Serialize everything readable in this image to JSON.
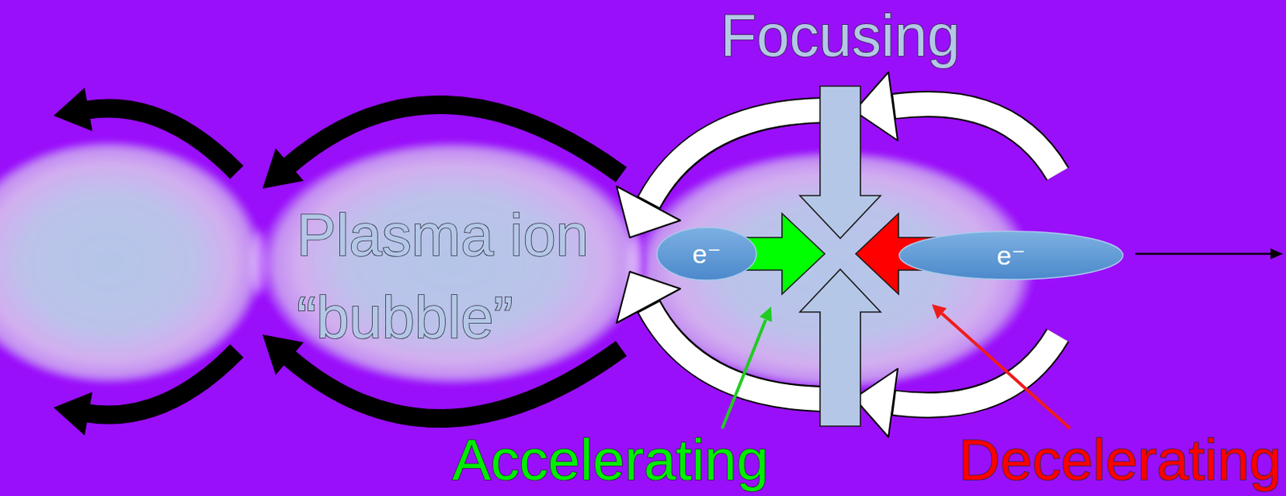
{
  "diagram": {
    "nodes": [
      {
        "text": [
          "Plasma ion “bubble”"
        ]
      },
      {
        "text": [
          "e⁻"
        ]
      },
      {
        "text": [
          "e⁻"
        ]
      }
    ],
    "labels": [
      "Focusing",
      "Accelerating",
      "Decelerating"
    ]
  }
}
